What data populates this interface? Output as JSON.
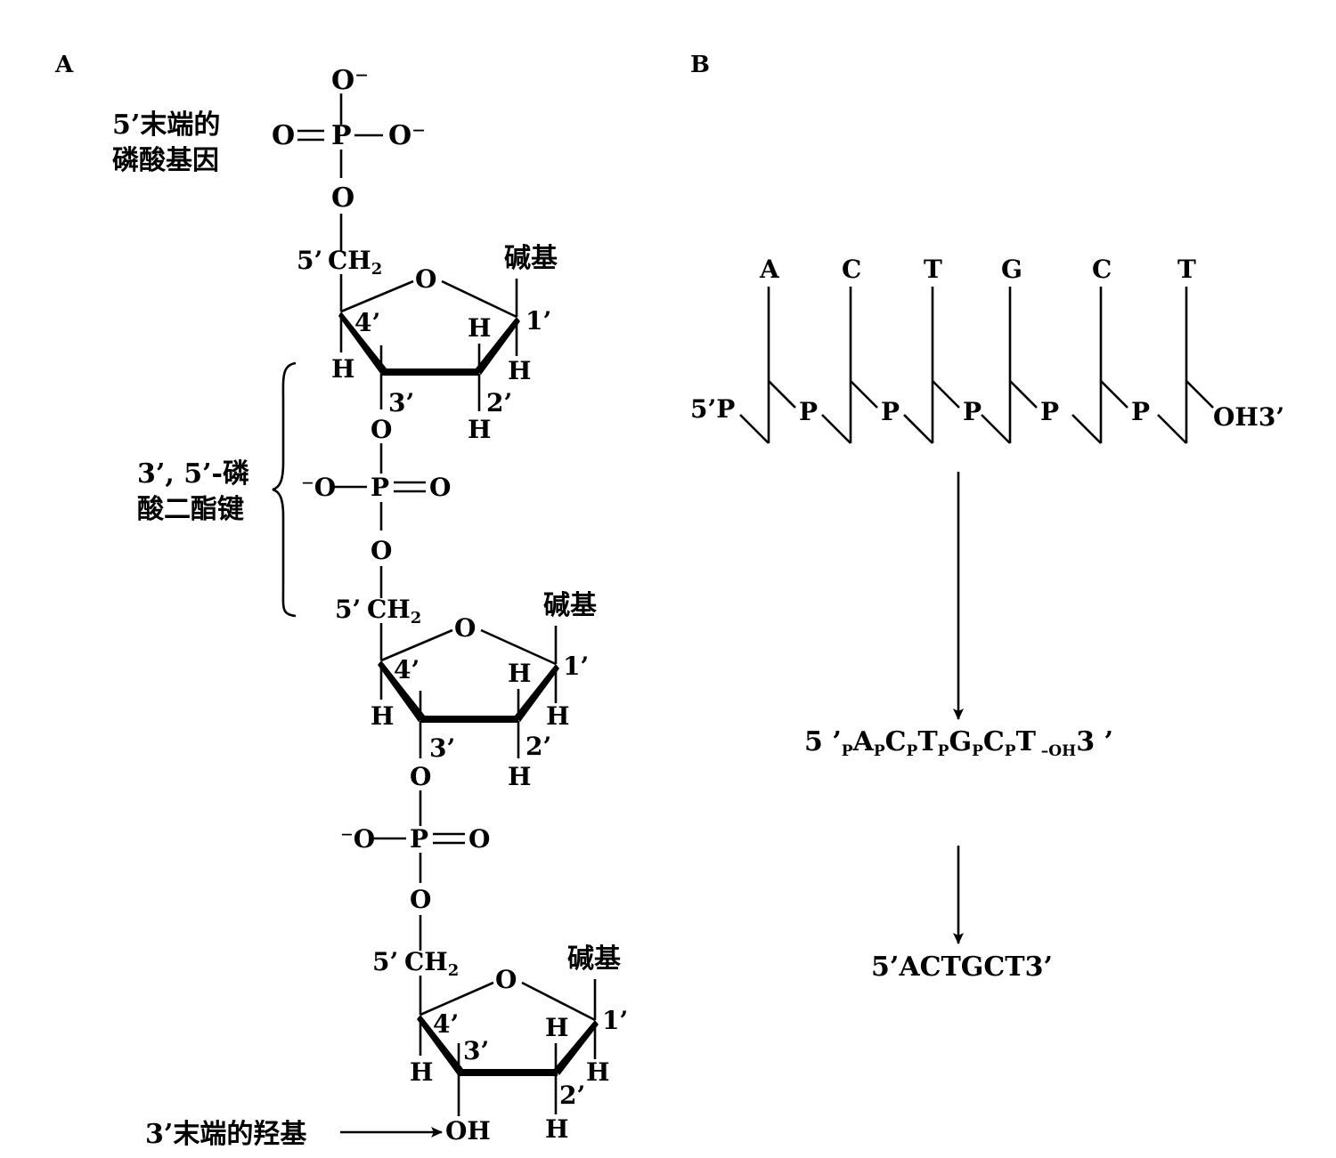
{
  "panels": {
    "a_label": "A",
    "b_label": "B"
  },
  "atoms": {
    "o": "O",
    "o_minus": "O⁻",
    "minus_o": "⁻O",
    "p": "P",
    "h": "H",
    "ch2": "CH",
    "ch2_sub": "2",
    "oh": "OH"
  },
  "positions": {
    "p1": "1’",
    "p2": "2’",
    "p3": "3’",
    "p4": "4’",
    "p5": "5’"
  },
  "labels": {
    "five_end_line1": "5’末端的",
    "five_end_line2": "磷酸基因",
    "base": "碱基",
    "bond_line1": "3’, 5’-磷",
    "bond_line2": "酸二酯键",
    "three_end": "3’末端的羟基"
  },
  "panel_b": {
    "bases": [
      "A",
      "C",
      "T",
      "G",
      "C",
      "T"
    ],
    "start_label": "5’P",
    "phosphate": "P",
    "end_label": "OH3’",
    "short_prefix": "5 ’",
    "short_p": "P",
    "short_oh": "–OH",
    "short_suffix": "3 ’",
    "final_sequence": "5’ACTGCT3’"
  }
}
